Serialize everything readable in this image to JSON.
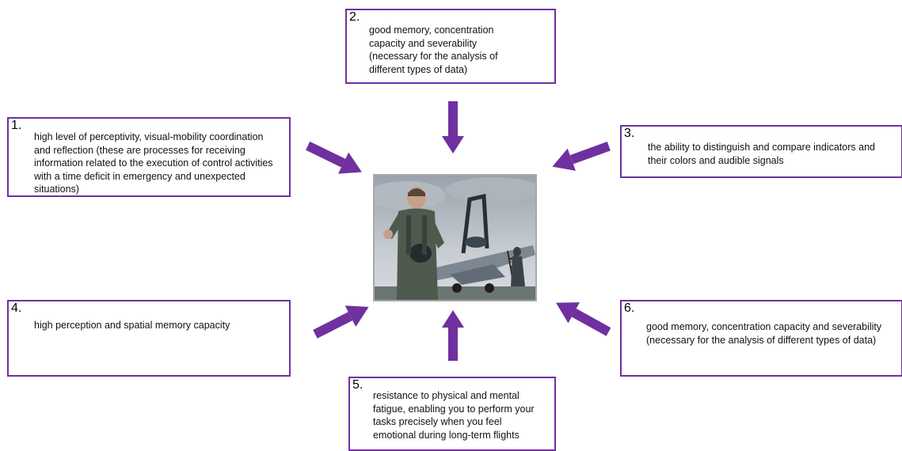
{
  "boxes": [
    {
      "number": "1.",
      "text": "high level of perceptivity, visual-mobility coordination and reflection (these are processes for receiving information related to the execution of control activities with a time deficit in emergency and unexpected situations)"
    },
    {
      "number": "2.",
      "text": "good memory, concentration capacity and severability (necessary for the analysis of different types of data)"
    },
    {
      "number": "3.",
      "text": "the ability to distinguish and compare indicators and their colors and audible signals"
    },
    {
      "number": "4.",
      "text": "high perception and spatial memory capacity"
    },
    {
      "number": "5.",
      "text": "resistance to physical and mental fatigue, enabling you to perform your tasks precisely when you feel emotional during long-term flights"
    },
    {
      "number": "6.",
      "text": "good memory, concentration capacity and severability (necessary for the analysis of different types of data)"
    }
  ],
  "colors": {
    "accent": "#7030a0",
    "photo_border": "#a8a8a8"
  },
  "center_image": {
    "icon": "pilot-with-fighter-jet-photo"
  }
}
